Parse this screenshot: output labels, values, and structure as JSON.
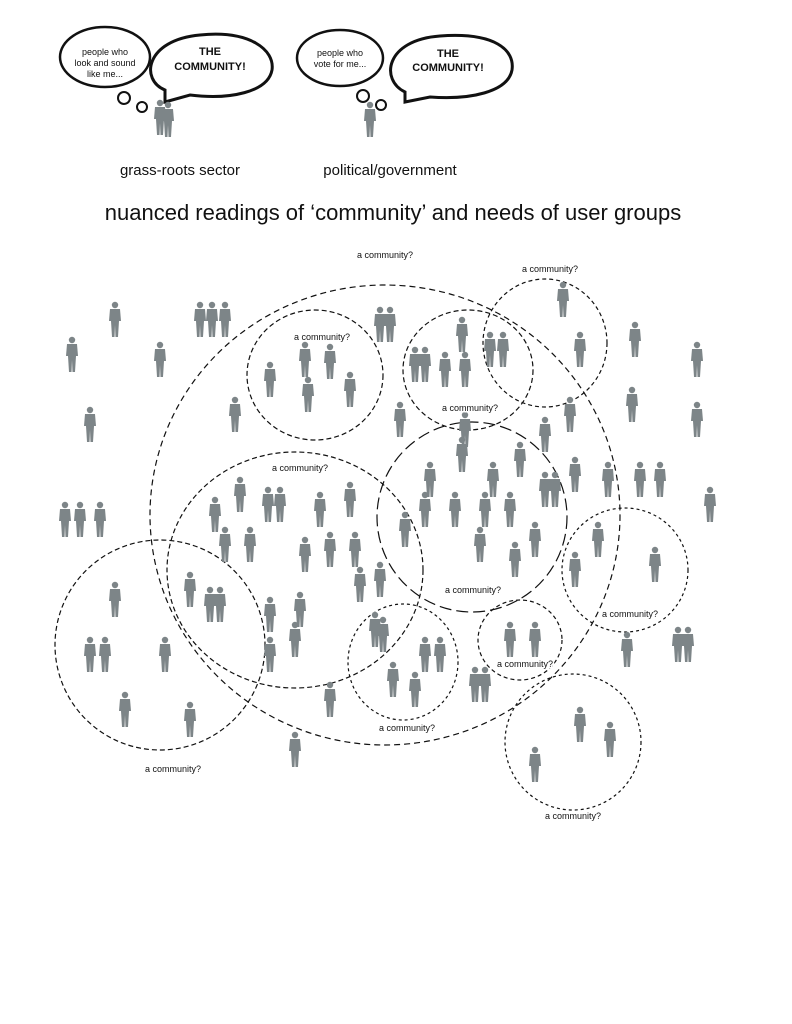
{
  "header": {
    "grassroots": {
      "thought": [
        "people who",
        "look and sound",
        "like me..."
      ],
      "speech": [
        "THE",
        "COMMUNITY!"
      ],
      "caption": "grass-roots sector"
    },
    "political": {
      "thought": [
        "people who",
        "vote for me..."
      ],
      "speech": [
        "THE",
        "COMMUNITY!"
      ],
      "caption": "political/government"
    }
  },
  "title": "nuanced readings of ‘community’ and needs of user groups",
  "community_label": "a community?",
  "colors": {
    "figure": "#7d8588",
    "ink": "#111111"
  }
}
